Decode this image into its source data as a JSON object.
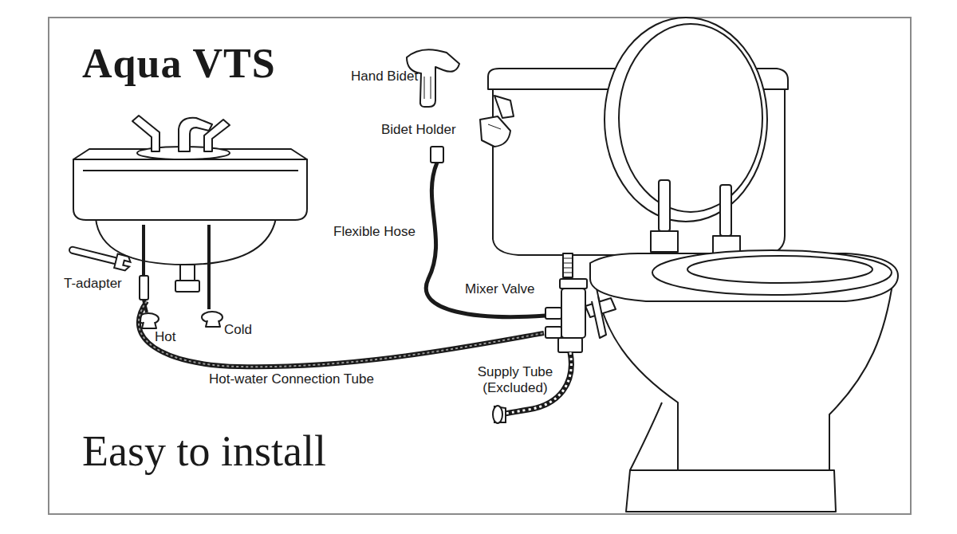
{
  "diagram": {
    "title": "Aqua VTS",
    "caption": "Easy to install",
    "labels": [
      "Hand Bidet",
      "Bidet Holder",
      "Flexible Hose",
      "T-adapter",
      "Mixer Valve",
      "Hot",
      "Cold",
      "Hot-water Connection Tube",
      "Supply Tube (Excluded)"
    ]
  }
}
